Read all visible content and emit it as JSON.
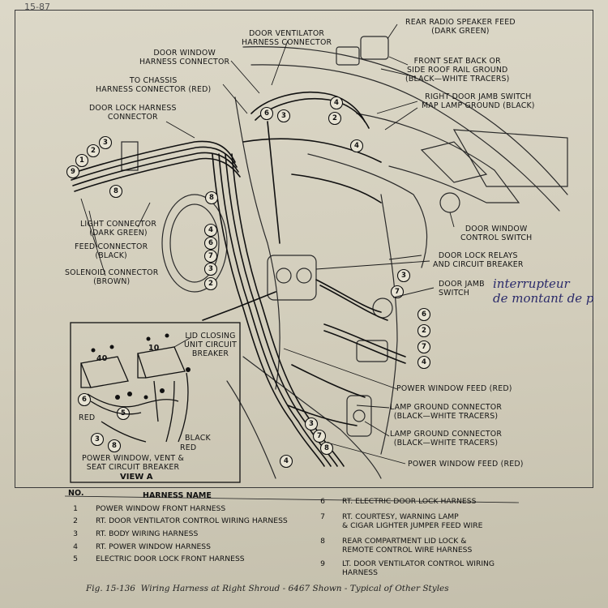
{
  "page_number": "15-87",
  "labels": {
    "rear_radio_speaker_feed": "REAR RADIO SPEAKER FEED\n(DARK GREEN)",
    "door_ventilator_harness_connector": "DOOR VENTILATOR\nHARNESS CONNECTOR",
    "door_window_harness_connector": "DOOR WINDOW\nHARNESS CONNECTOR",
    "to_chassis_harness_connector": "TO CHASSIS\nHARNESS CONNECTOR (RED)",
    "door_lock_harness_connector": "DOOR LOCK HARNESS\nCONNECTOR",
    "front_seat_back_ground": "FRONT SEAT BACK OR\nSIDE ROOF RAIL GROUND\n(BLACK—WHITE TRACERS)",
    "right_door_jamb_switch": "RIGHT DOOR JAMB SWITCH\nMAP LAMP GROUND (BLACK)",
    "door_window_control_switch": "DOOR WINDOW\nCONTROL SWITCH",
    "door_lock_relays": "DOOR LOCK RELAYS\nAND CIRCUIT BREAKER",
    "door_jamb_switch": "DOOR JAMB\nSWITCH",
    "light_connector": "LIGHT CONNECTOR\n(DARK GREEN)",
    "feed_connector": "FEED CONNECTOR\n(BLACK)",
    "solenoid_connector": "SOLENOID CONNECTOR\n(BROWN)",
    "lid_closing_breaker": "LID CLOSING\nUNIT CIRCUIT\nBREAKER",
    "power_window_feed_1": "POWER WINDOW FEED (RED)",
    "lamp_ground_connector_1": "LAMP GROUND CONNECTOR\n(BLACK—WHITE TRACERS)",
    "lamp_ground_connector_2": "LAMP GROUND CONNECTOR\n(BLACK—WHITE TRACERS)",
    "power_window_feed_2": "POWER WINDOW FEED (RED)",
    "va_red": "RED",
    "va_black": "BLACK",
    "va_red2": "RED",
    "va_40": "40",
    "va_10": "10",
    "va_caption": "POWER WINDOW, VENT &\nSEAT CIRCUIT BREAKER",
    "view_a": "VIEW A"
  },
  "handwritten_note": "interrupteur\nde montant de p",
  "callouts": [
    {
      "n": "3"
    },
    {
      "n": "2"
    },
    {
      "n": "1"
    },
    {
      "n": "9"
    },
    {
      "n": "8"
    },
    {
      "n": "6"
    },
    {
      "n": "4"
    },
    {
      "n": "3"
    },
    {
      "n": "2"
    },
    {
      "n": "4"
    },
    {
      "n": "8"
    },
    {
      "n": "4"
    },
    {
      "n": "6"
    },
    {
      "n": "7"
    },
    {
      "n": "3"
    },
    {
      "n": "2"
    },
    {
      "n": "3"
    },
    {
      "n": "7"
    },
    {
      "n": "6"
    },
    {
      "n": "2"
    },
    {
      "n": "7"
    },
    {
      "n": "4"
    },
    {
      "n": "3"
    },
    {
      "n": "7"
    },
    {
      "n": "8"
    },
    {
      "n": "4"
    },
    {
      "n": "6"
    },
    {
      "n": "5"
    },
    {
      "n": "3"
    },
    {
      "n": "8"
    }
  ],
  "legend": {
    "header_no": "NO.",
    "header_name": "HARNESS NAME",
    "left": [
      {
        "no": "1",
        "name": "POWER WINDOW FRONT HARNESS"
      },
      {
        "no": "2",
        "name": "RT. DOOR VENTILATOR CONTROL WIRING HARNESS"
      },
      {
        "no": "3",
        "name": "RT. BODY WIRING HARNESS"
      },
      {
        "no": "4",
        "name": "RT. POWER WINDOW HARNESS"
      },
      {
        "no": "5",
        "name": "ELECTRIC DOOR LOCK FRONT HARNESS"
      }
    ],
    "right": [
      {
        "no": "6",
        "name": "RT. ELECTRIC DOOR LOCK HARNESS"
      },
      {
        "no": "7",
        "name": "RT. COURTESY, WARNING LAMP\n& CIGAR LIGHTER JUMPER FEED WIRE"
      },
      {
        "no": "8",
        "name": "REAR COMPARTMENT LID LOCK &\nREMOTE CONTROL WIRE HARNESS"
      },
      {
        "no": "9",
        "name": "LT. DOOR VENTILATOR CONTROL WIRING\nHARNESS"
      }
    ]
  },
  "caption": "Fig. 15-136  Wiring Harness at Right Shroud - 6467 Shown - Typical of Other Styles"
}
